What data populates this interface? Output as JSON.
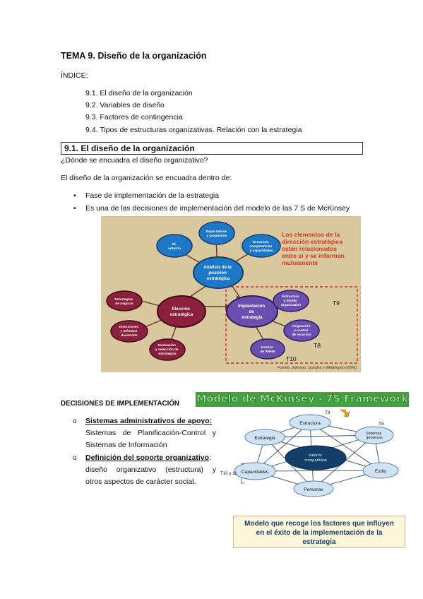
{
  "title": "TEMA 9. Diseño de la organización",
  "index_label": "ÍNDICE:",
  "index_items": [
    "9.1. El diseño de la organización",
    "9.2. Variables de diseño",
    "9.3. Factores de contingencia",
    "9.4. Tipos de estructuras organizativas. Relación con la estrategia"
  ],
  "section_heading": "9.1. El diseño de la organización",
  "question": "¿Dónde se encuadra el diseño organizativo?",
  "intro": "El diseño de la organización se encuadra dentro de:",
  "bullets": [
    "Fase de implementación de la estrategia",
    "Es una de las decisiones de implementación del modelo de las 7 S de McKinsey"
  ],
  "figure1": {
    "note_lines": [
      "Los elementos de la",
      "dirección estratégica",
      "están relacionados",
      "entre sí y se informan",
      "mutuamente"
    ],
    "center_node": [
      "Análisis de la",
      "posición",
      "estratégica"
    ],
    "blue_nodes": {
      "entorno": [
        "El",
        "entorno"
      ],
      "expectativas": [
        "Expectativas",
        "y propósitos"
      ],
      "recursos": [
        "Recursos,",
        "competencias",
        "y capacidades"
      ]
    },
    "eleccion": [
      "Elección",
      "estratégica"
    ],
    "red_nodes": {
      "negocio": [
        "Estrategias",
        "de negocio"
      ],
      "direcciones": [
        "Direcciones",
        "y métodos",
        "desarrollo"
      ],
      "evaluacion": [
        "Evaluación",
        "y selección de",
        "estrategias"
      ]
    },
    "implantacion": [
      "Implantación",
      "de",
      "estrategia"
    ],
    "purple_nodes": {
      "estructura": [
        "Estructura",
        "y diseño",
        "organizativo"
      ],
      "asignacion": [
        "Asignación",
        "y control",
        "de recursos"
      ],
      "gestion": [
        "Gestión",
        "de RRHH"
      ]
    },
    "tags": {
      "t9": "T9",
      "t8": "T8",
      "t10": "T10"
    },
    "source": "Fuente: Johnson, Scholes y Whittington (2006)"
  },
  "decisions_heading": "DECISIONES DE IMPLEMENTACIÓN",
  "decisions": [
    {
      "bold": "Sistemas administrativos de apoyo:",
      "lines": [
        "Sistemas de Planificación-Control y",
        "Sistemas de Información"
      ]
    },
    {
      "bold": "Definición del soporte organizativo",
      "after": ":",
      "lines": [
        "diseño organizativo (estructura) y",
        "otros aspectos de carácter social."
      ]
    }
  ],
  "banner": "Modelo de McKinsey - 7S Framework",
  "figure2": {
    "center": [
      "Valores",
      "compartidos"
    ],
    "nodes": {
      "estructura": "Estructura",
      "sistemas": [
        "Sistemas",
        "/procesos"
      ],
      "estrategia": "Estrategia",
      "capacidades": "Capacidades",
      "estilo": "Estilo",
      "personas": "Personas"
    },
    "tags": {
      "t9": "T9",
      "t8": "T8",
      "t10": "T10 y 11"
    }
  },
  "caption_lines": [
    "Modelo que recoge los factores que influyen",
    "en el éxito de la implementación de la",
    "estrategia"
  ],
  "colors": {
    "fig_bg": "#d9c79e",
    "blue_node": "#1e78c8",
    "red_node": "#8b1f3c",
    "purple_node": "#6a4fb0",
    "note_red": "#d23a1e",
    "banner_green": "#3fa33f",
    "mck_center": "#123e6a",
    "mck_node": "#cfe3f4"
  }
}
